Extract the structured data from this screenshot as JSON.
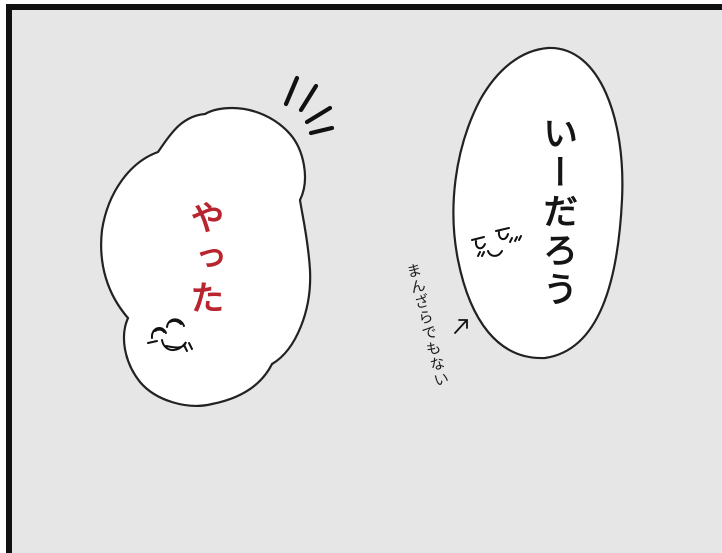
{
  "panel": {
    "left_bubble": {
      "text": "やった",
      "text_color": "#b8252f"
    },
    "right_bubble": {
      "text": "いーだろう",
      "text_color": "#151515"
    },
    "aside": {
      "text": "まんざらでもない"
    }
  },
  "colors": {
    "panel_background": "#e6e6e6",
    "panel_border": "#111111",
    "bubble_fill": "#ffffff",
    "bubble_outline": "#222222"
  }
}
